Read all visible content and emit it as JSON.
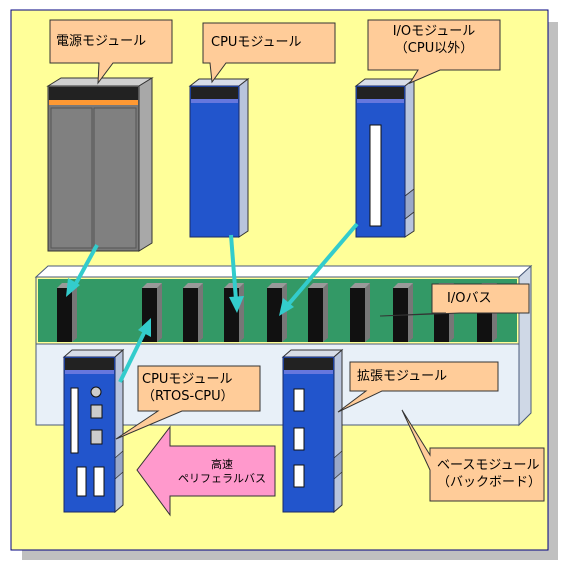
{
  "labels": {
    "power_module": "電源モジュール",
    "cpu_module": "CPUモジュール",
    "io_module_line1": "I/Oモジュール",
    "io_module_line2": "（CPU以外）",
    "io_bus": "I/Oバス",
    "rtos_cpu_line1": "CPUモジュール",
    "rtos_cpu_line2": "（RTOS-CPU）",
    "expansion_module": "拡張モジュール",
    "base_module_line1": "ベースモジュール",
    "base_module_line2": "（バックボード）",
    "highspeed_bus_line1": "高速",
    "highspeed_bus_line2": "ペリフェラルバス"
  },
  "colors": {
    "background": "#ffff99",
    "callout_fill": "#ffcc99",
    "module_blue": "#2255cc",
    "module_gray": "#7a7a7a",
    "backplane_green": "#339966",
    "arrow_cyan": "#33cccc",
    "highspeed_arrow": "#ff99cc"
  }
}
